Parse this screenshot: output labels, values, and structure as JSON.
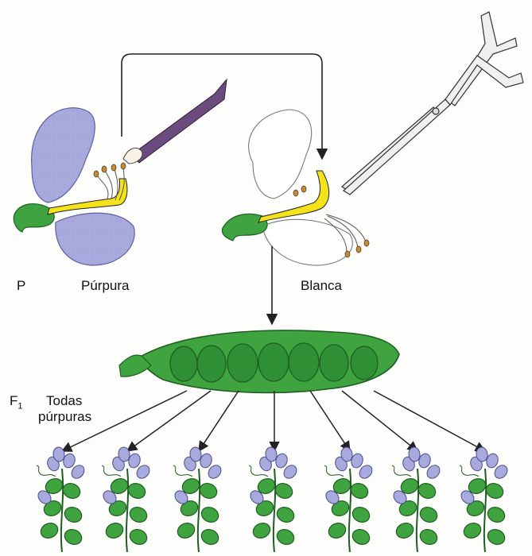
{
  "labels": {
    "generation_p": "P",
    "purple_parent": "Púrpura",
    "white_parent": "Blanca",
    "generation_f": "F",
    "generation_f_sub": "1",
    "offspring_line1": "Todas",
    "offspring_line2": "púrpuras"
  },
  "colors": {
    "purple_petal": "#a8a9dc",
    "white_petal": "#ffffff",
    "leaf_green": "#3fa33f",
    "dark_green": "#1f5e22",
    "pollen_yellow": "#f4e21a",
    "anther_orange": "#c98a2a",
    "brush_handle": "#6b4a7d",
    "line": "#222222"
  },
  "icons": [
    "paintbrush-icon",
    "scissors-icon",
    "pea-pod-icon",
    "pea-plant-icon"
  ],
  "offspring_count": 7
}
